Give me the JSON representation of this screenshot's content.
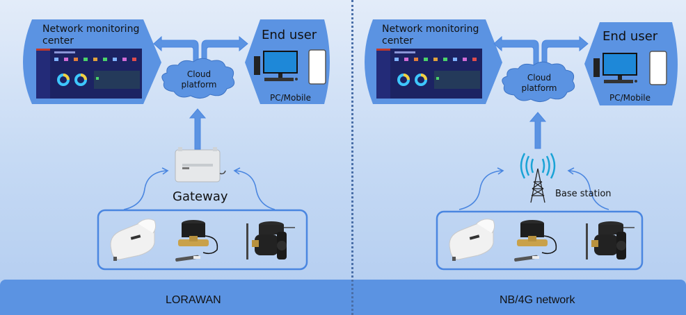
{
  "panels": [
    {
      "id": "lorawan",
      "monitor_title": "Network monitoring center",
      "cloud_label_1": "Cloud",
      "cloud_label_2": "platform",
      "end_user_title": "End user",
      "end_user_caption": "PC/Mobile",
      "relay_label": "Gateway",
      "relay_icon": "gateway-icon",
      "network_label": "LORAWAN",
      "devices": [
        "smart-water-meter-icon",
        "wireless-water-meter-icon",
        "valve-flow-meter-icon"
      ]
    },
    {
      "id": "nb4g",
      "monitor_title": "Network monitoring center",
      "cloud_label_1": "Cloud",
      "cloud_label_2": "platform",
      "end_user_title": "End user",
      "end_user_caption": "PC/Mobile",
      "relay_label": "Base station",
      "relay_icon": "base-station-icon",
      "network_label": "NB/4G network",
      "devices": [
        "smart-water-meter-icon",
        "wireless-water-meter-icon",
        "valve-flow-meter-icon"
      ]
    }
  ],
  "colors": {
    "shape_fill": "#5b93e2",
    "cloud_fill": "#5b93e2",
    "arrow_fill": "#5b93e2",
    "curve_stroke": "#4a86e0",
    "dashboard_bg": "#1c2363",
    "signal_color": "#1aa3d6"
  }
}
